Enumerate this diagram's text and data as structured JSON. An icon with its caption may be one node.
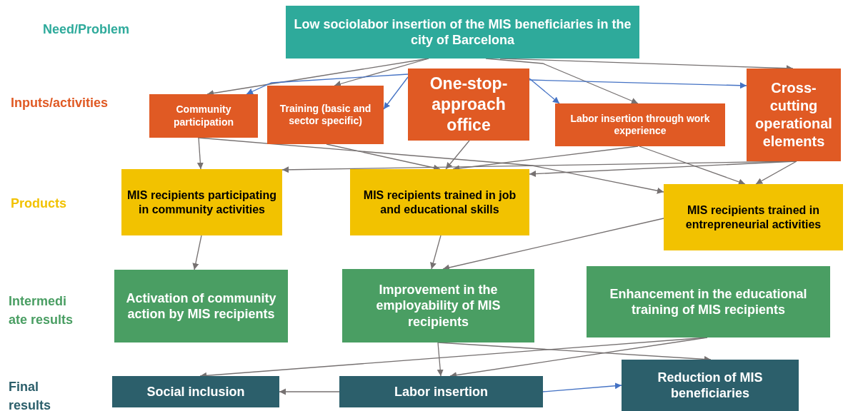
{
  "diagram": {
    "nodes": [
      {
        "text": [
          "Low sociolabor insertion of the MIS beneficiaries in the city of Barcelona"
        ]
      },
      {
        "text": [
          "Community participation"
        ]
      },
      {
        "text": [
          "Training (basic and sector specific)"
        ]
      },
      {
        "text": [
          "One-stop-approach office"
        ]
      },
      {
        "text": [
          "Labor insertion through work experience"
        ]
      },
      {
        "text": [
          "Cross-cutting operational elements"
        ]
      },
      {
        "text": [
          "MIS recipients participating in community activities"
        ]
      },
      {
        "text": [
          "MIS recipients trained in job and educational skills"
        ]
      },
      {
        "text": [
          "MIS recipients trained in entrepreneurial activities"
        ]
      },
      {
        "text": [
          "Activation of community action by MIS recipients"
        ]
      },
      {
        "text": [
          "Improvement in the employability of MIS recipients"
        ]
      },
      {
        "text": [
          "Enhancement in the educational training of MIS recipients"
        ]
      },
      {
        "text": [
          "Social inclusion"
        ]
      },
      {
        "text": [
          "Labor insertion"
        ]
      },
      {
        "text": [
          "Reduction of MIS beneficiaries"
        ]
      }
    ],
    "edges": [
      {
        "from": 0,
        "to": 1,
        "arrow": "to"
      },
      {
        "from": 0,
        "to": 2,
        "arrow": "to"
      },
      {
        "from": 0,
        "to": 4,
        "arrow": "to"
      },
      {
        "from": 0,
        "to": 5,
        "arrow": "to"
      },
      {
        "from": 3,
        "to": 1,
        "arrow": "to",
        "color": "#4472c4"
      },
      {
        "from": 3,
        "to": 2,
        "arrow": "to",
        "color": "#4472c4"
      },
      {
        "from": 3,
        "to": 4,
        "arrow": "to",
        "color": "#4472c4"
      },
      {
        "from": 3,
        "to": 5,
        "arrow": "to",
        "color": "#4472c4"
      },
      {
        "from": 1,
        "to": 6,
        "arrow": "to"
      },
      {
        "from": 1,
        "to": 8,
        "arrow": "to"
      },
      {
        "from": 2,
        "to": 7,
        "arrow": "to"
      },
      {
        "from": 3,
        "to": 7,
        "arrow": "to"
      },
      {
        "from": 4,
        "to": 7,
        "arrow": "to"
      },
      {
        "from": 4,
        "to": 8,
        "arrow": "to"
      },
      {
        "from": 5,
        "to": 8,
        "arrow": "to"
      },
      {
        "from": 5,
        "to": 6,
        "arrow": "to"
      },
      {
        "from": 5,
        "to": 7,
        "arrow": "to"
      },
      {
        "from": 6,
        "to": 9,
        "arrow": "to"
      },
      {
        "from": 7,
        "to": 10,
        "arrow": "to"
      },
      {
        "from": 8,
        "to": 10,
        "arrow": "to"
      },
      {
        "from": 10,
        "to": 13,
        "arrow": "to"
      },
      {
        "from": 10,
        "to": 14,
        "arrow": "to"
      },
      {
        "from": 11,
        "to": 12,
        "arrow": "to"
      },
      {
        "from": 11,
        "to": 13,
        "arrow": "to"
      },
      {
        "from": 13,
        "to": 12,
        "arrow": "to"
      },
      {
        "from": 13,
        "to": 14,
        "arrow": "to",
        "color": "#4472c4"
      }
    ],
    "labels": [
      "Need/Problem",
      "Inputs/activities",
      "Products",
      "Intermedi ate results",
      "Final results"
    ]
  }
}
